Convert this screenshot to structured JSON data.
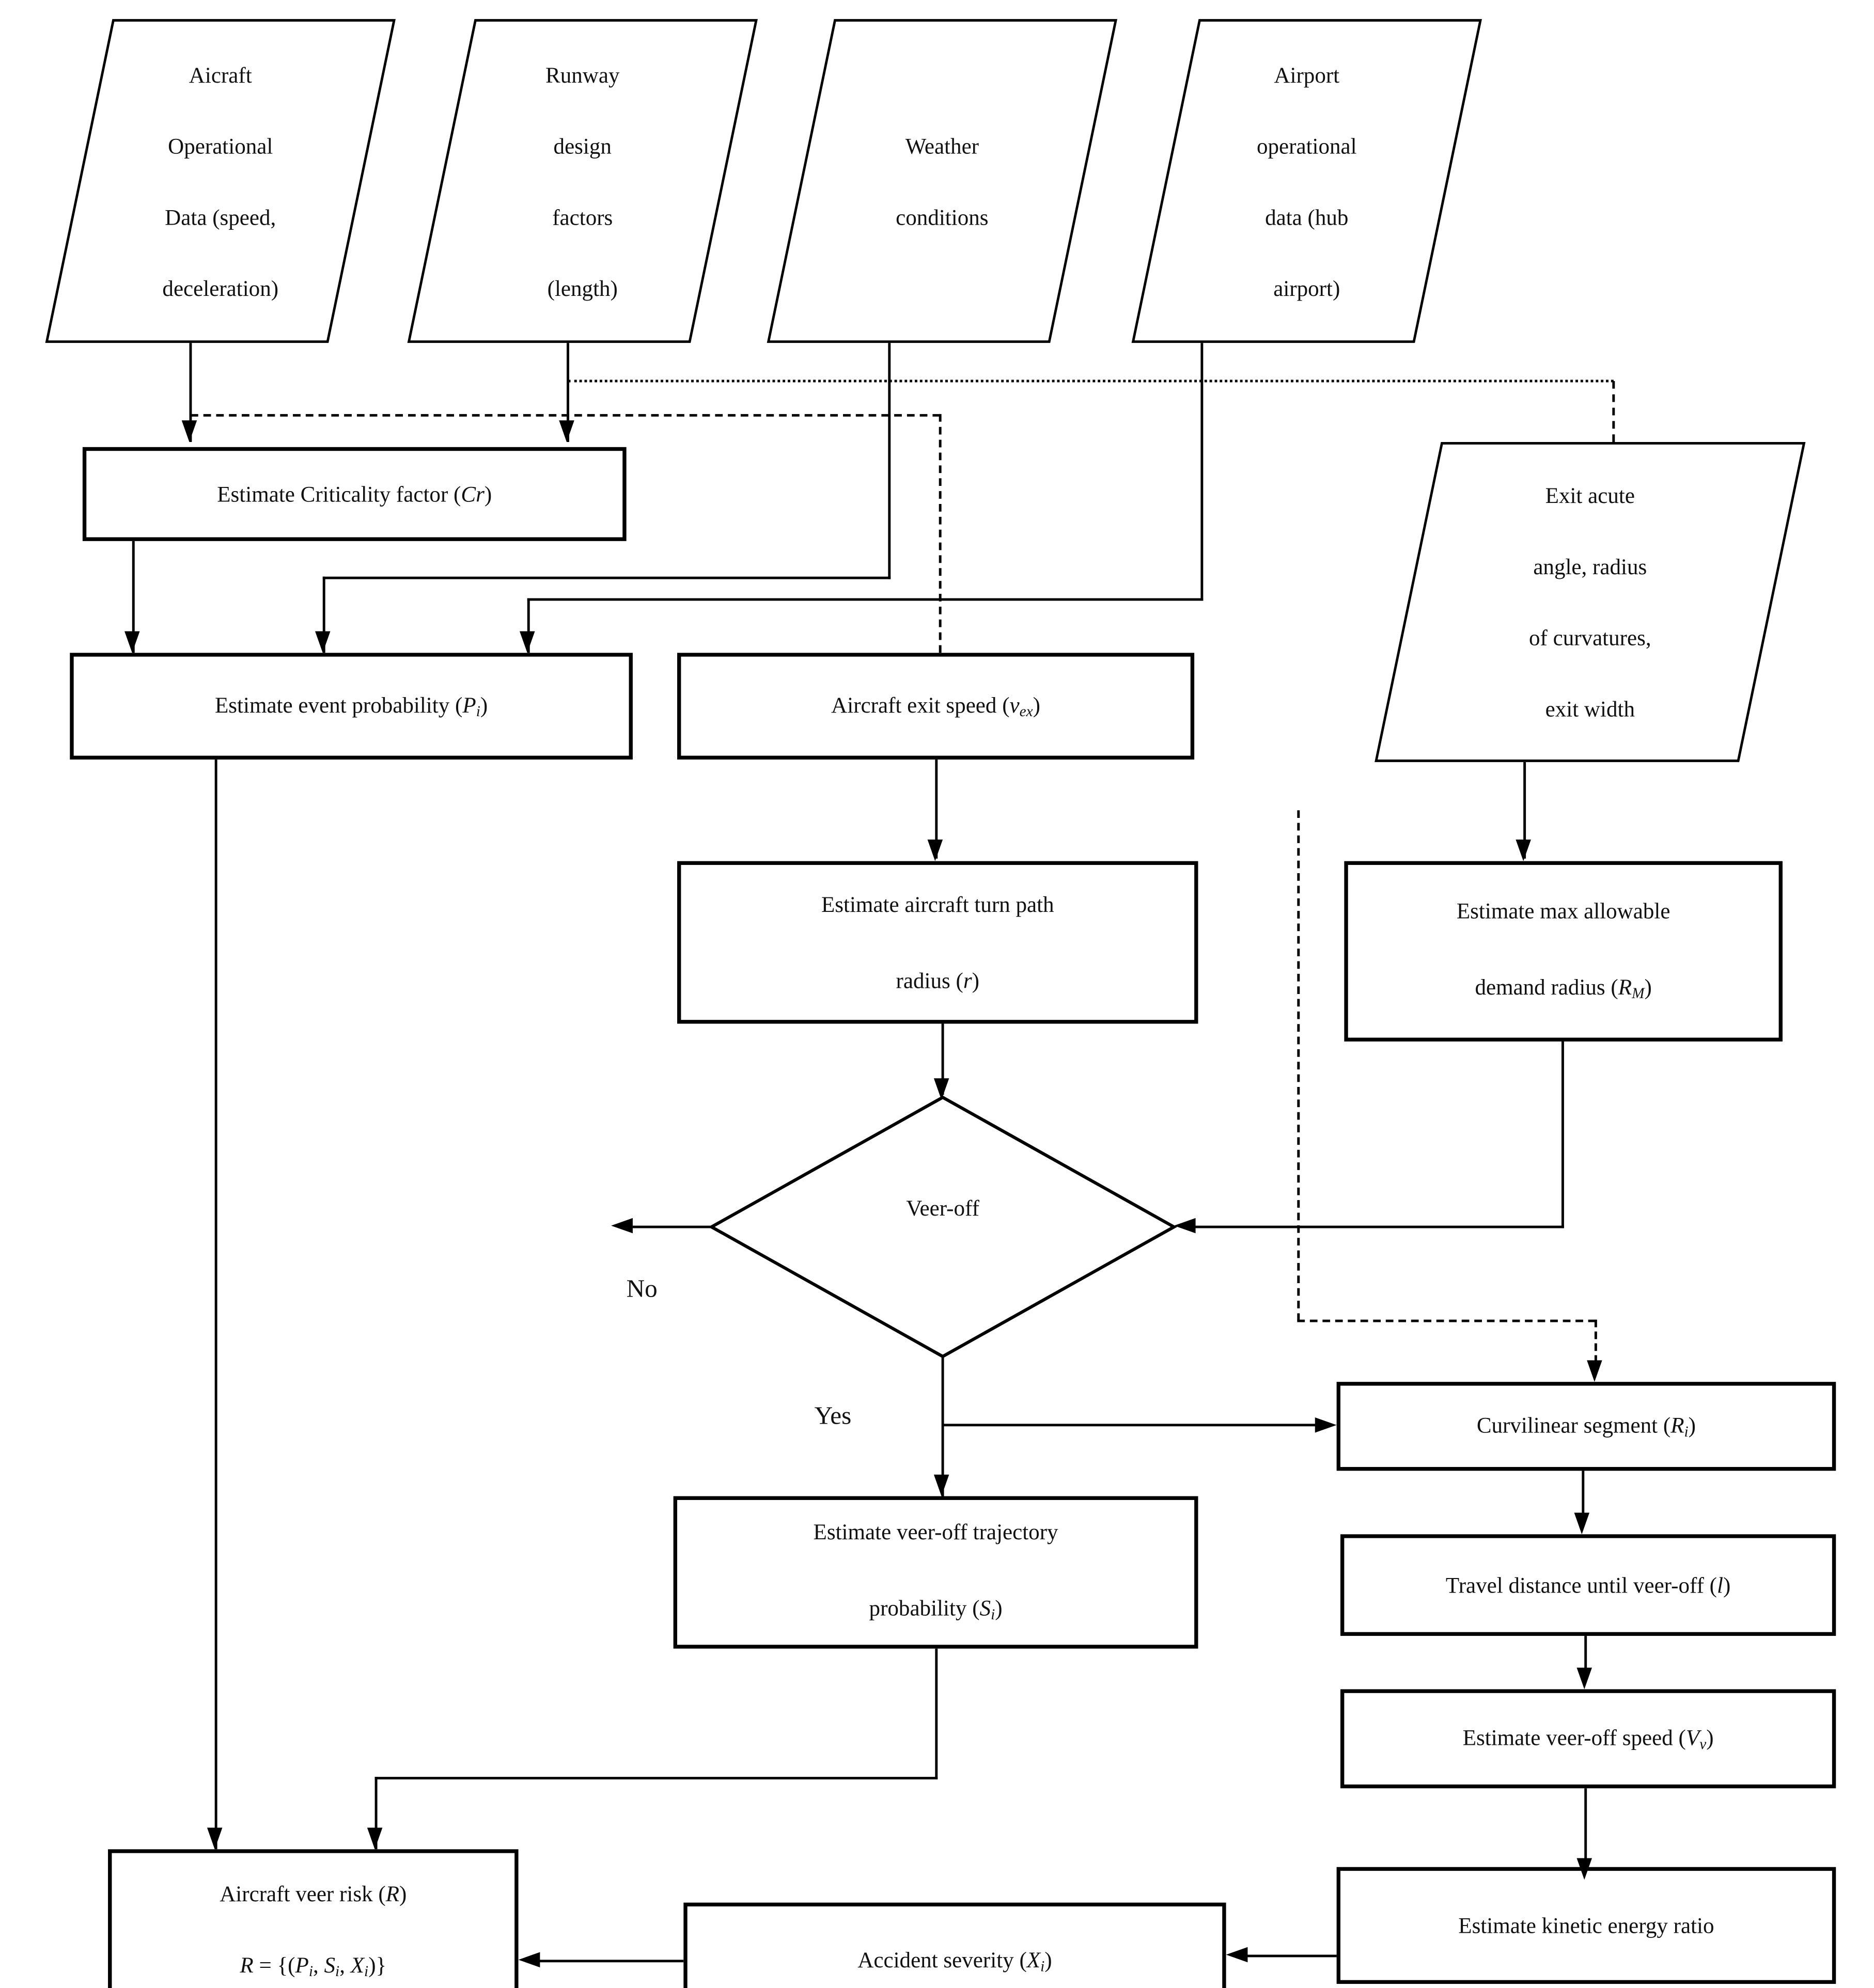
{
  "colors": {
    "stroke": "#000000",
    "background": "#ffffff"
  },
  "labels": {
    "no": "No",
    "yes": "Yes"
  },
  "nodes": {
    "aircraft_data": {
      "lines": [
        [
          {
            "t": "Aicraft"
          }
        ],
        [
          {
            "t": "Operational"
          }
        ],
        [
          {
            "t": "Data (speed,"
          }
        ],
        [
          {
            "t": "deceleration)"
          }
        ]
      ]
    },
    "runway_design": {
      "lines": [
        [
          {
            "t": "Runway"
          }
        ],
        [
          {
            "t": "design"
          }
        ],
        [
          {
            "t": "factors"
          }
        ],
        [
          {
            "t": "(length)"
          }
        ]
      ]
    },
    "weather": {
      "lines": [
        [
          {
            "t": "Weather"
          }
        ],
        [
          {
            "t": "conditions"
          }
        ]
      ]
    },
    "airport_data": {
      "lines": [
        [
          {
            "t": "Airport"
          }
        ],
        [
          {
            "t": "operational"
          }
        ],
        [
          {
            "t": "data (hub"
          }
        ],
        [
          {
            "t": "airport)"
          }
        ]
      ]
    },
    "criticality": {
      "lines": [
        [
          {
            "t": "Estimate Criticality factor ("
          },
          {
            "i": "Cr"
          },
          {
            "t": ")"
          }
        ]
      ]
    },
    "event_prob": {
      "lines": [
        [
          {
            "t": "Estimate event probability ("
          },
          {
            "i": "P"
          },
          {
            "s": "i"
          },
          {
            "t": ")"
          }
        ]
      ]
    },
    "exit_speed": {
      "lines": [
        [
          {
            "t": "Aircraft exit speed ("
          },
          {
            "i": "v"
          },
          {
            "s": "ex"
          },
          {
            "t": ")"
          }
        ]
      ]
    },
    "exit_geometry": {
      "lines": [
        [
          {
            "t": "Exit acute"
          }
        ],
        [
          {
            "t": "angle, radius"
          }
        ],
        [
          {
            "t": "of curvatures,"
          }
        ],
        [
          {
            "t": "exit width"
          }
        ]
      ]
    },
    "turn_path": {
      "lines": [
        [
          {
            "t": "Estimate aircraft turn path"
          }
        ],
        [
          {
            "t": "radius ("
          },
          {
            "i": "r"
          },
          {
            "t": ")"
          }
        ]
      ]
    },
    "max_radius": {
      "lines": [
        [
          {
            "t": "Estimate max allowable"
          }
        ],
        [
          {
            "t": "demand radius ("
          },
          {
            "i": "R"
          },
          {
            "s": "M"
          },
          {
            "t": ")"
          }
        ]
      ]
    },
    "veer_off": {
      "lines": [
        [
          {
            "t": "Veer-off"
          }
        ]
      ]
    },
    "curvilinear": {
      "lines": [
        [
          {
            "t": "Curvilinear segment ("
          },
          {
            "i": "R"
          },
          {
            "s": "i"
          },
          {
            "t": ")"
          }
        ]
      ]
    },
    "trajectory": {
      "lines": [
        [
          {
            "t": "Estimate veer-off trajectory"
          }
        ],
        [
          {
            "t": "probability ("
          },
          {
            "i": "S"
          },
          {
            "s": "i"
          },
          {
            "t": ")"
          }
        ]
      ]
    },
    "travel_dist": {
      "lines": [
        [
          {
            "t": "Travel distance until veer-off ("
          },
          {
            "i": "l"
          },
          {
            "t": ")"
          }
        ]
      ]
    },
    "veer_speed": {
      "lines": [
        [
          {
            "t": "Estimate veer-off speed ("
          },
          {
            "i": "V"
          },
          {
            "s": "v"
          },
          {
            "t": ")"
          }
        ]
      ]
    },
    "kinetic": {
      "lines": [
        [
          {
            "t": "Estimate kinetic energy ratio"
          }
        ]
      ]
    },
    "accident": {
      "lines": [
        [
          {
            "t": "Accident severity ("
          },
          {
            "i": "X"
          },
          {
            "s": "i"
          },
          {
            "t": ")"
          }
        ]
      ]
    },
    "veer_risk": {
      "lines": [
        [
          {
            "t": "Aircraft veer risk ("
          },
          {
            "i": "R"
          },
          {
            "t": ")"
          }
        ],
        [
          {
            "i": "R"
          },
          {
            "t": " = {("
          },
          {
            "i": "P"
          },
          {
            "s": "i"
          },
          {
            "t": ", "
          },
          {
            "i": "S"
          },
          {
            "s": "i"
          },
          {
            "t": ", "
          },
          {
            "i": "X"
          },
          {
            "s": "i"
          },
          {
            "t": ")}"
          }
        ]
      ]
    }
  }
}
